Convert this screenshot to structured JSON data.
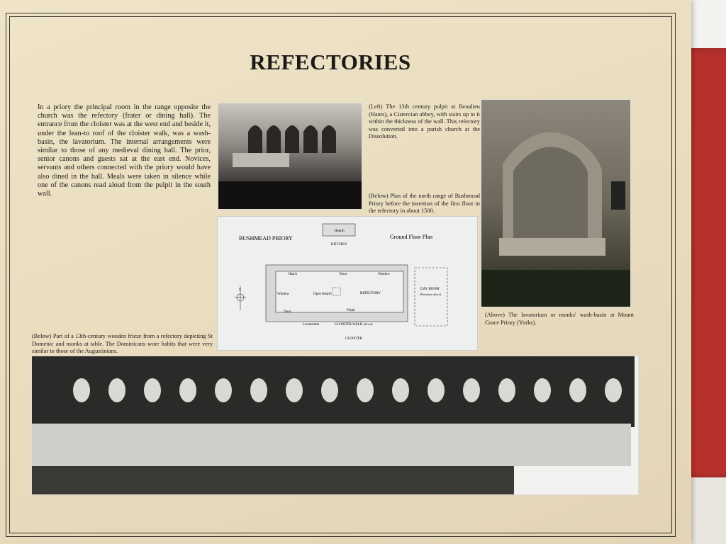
{
  "title": "REFECTORIES",
  "intro": "In a priory the principal room in the range opposite the church was the refectory (frater or dining hall). The entrance from the cloister was at the west end and beside it, under the lean-to roof of the cloister walk, was a wash-basin, the lavatorium. The internal arrangements were similar to those of any medieval dining hall. The prior, senior canons and guests sat at the east end. Novices, servants and others connected with the priory would have also dined in the hall. Meals were taken in silence while one of the canons read aloud from the pulpit in the south wall.",
  "captions": {
    "left": "(Left) The 13th century pulpit at Beaulieu (Hants), a Cistercian abbey, with stairs up to it within the thickness of the wall. This refectory was converted into a parish church at the Dissolution.",
    "below_plan": "(Below) Plan of the north range of Bushmead Priory before the insertion of the first floor in the refectory in about 1500.",
    "above": "(Above) The lavatorium or monks' wash-basin at Mount Grace Priory (Yorks).",
    "frieze": "(Below) Part of a 13th-century wooden frieze from a refectory depicting St Domenic and monks at table. The Dominicans wore habits that were very similar to those of the Augustinians."
  },
  "plan": {
    "name": "BUSHMEAD PRIORY",
    "subtitle": "Ground Floor Plan",
    "kitchen": "KITCHEN",
    "hearth": "Hearth",
    "hatch": "Hatch",
    "door_top": "Door",
    "window_top": "Window",
    "window_left": "Window",
    "open_hearth": "Open Hearth",
    "refectory": "REFECTORY",
    "door_bottom": "Door",
    "pulpit": "Pulpit",
    "lavatorium": "Lavatorium",
    "cloister_walk": "CLOISTER WALK",
    "paved": "(Paved)",
    "cloister": "CLOISTER",
    "day_room": "DAY ROOM",
    "dormitory": "(Dormitory above)",
    "north": "N"
  }
}
